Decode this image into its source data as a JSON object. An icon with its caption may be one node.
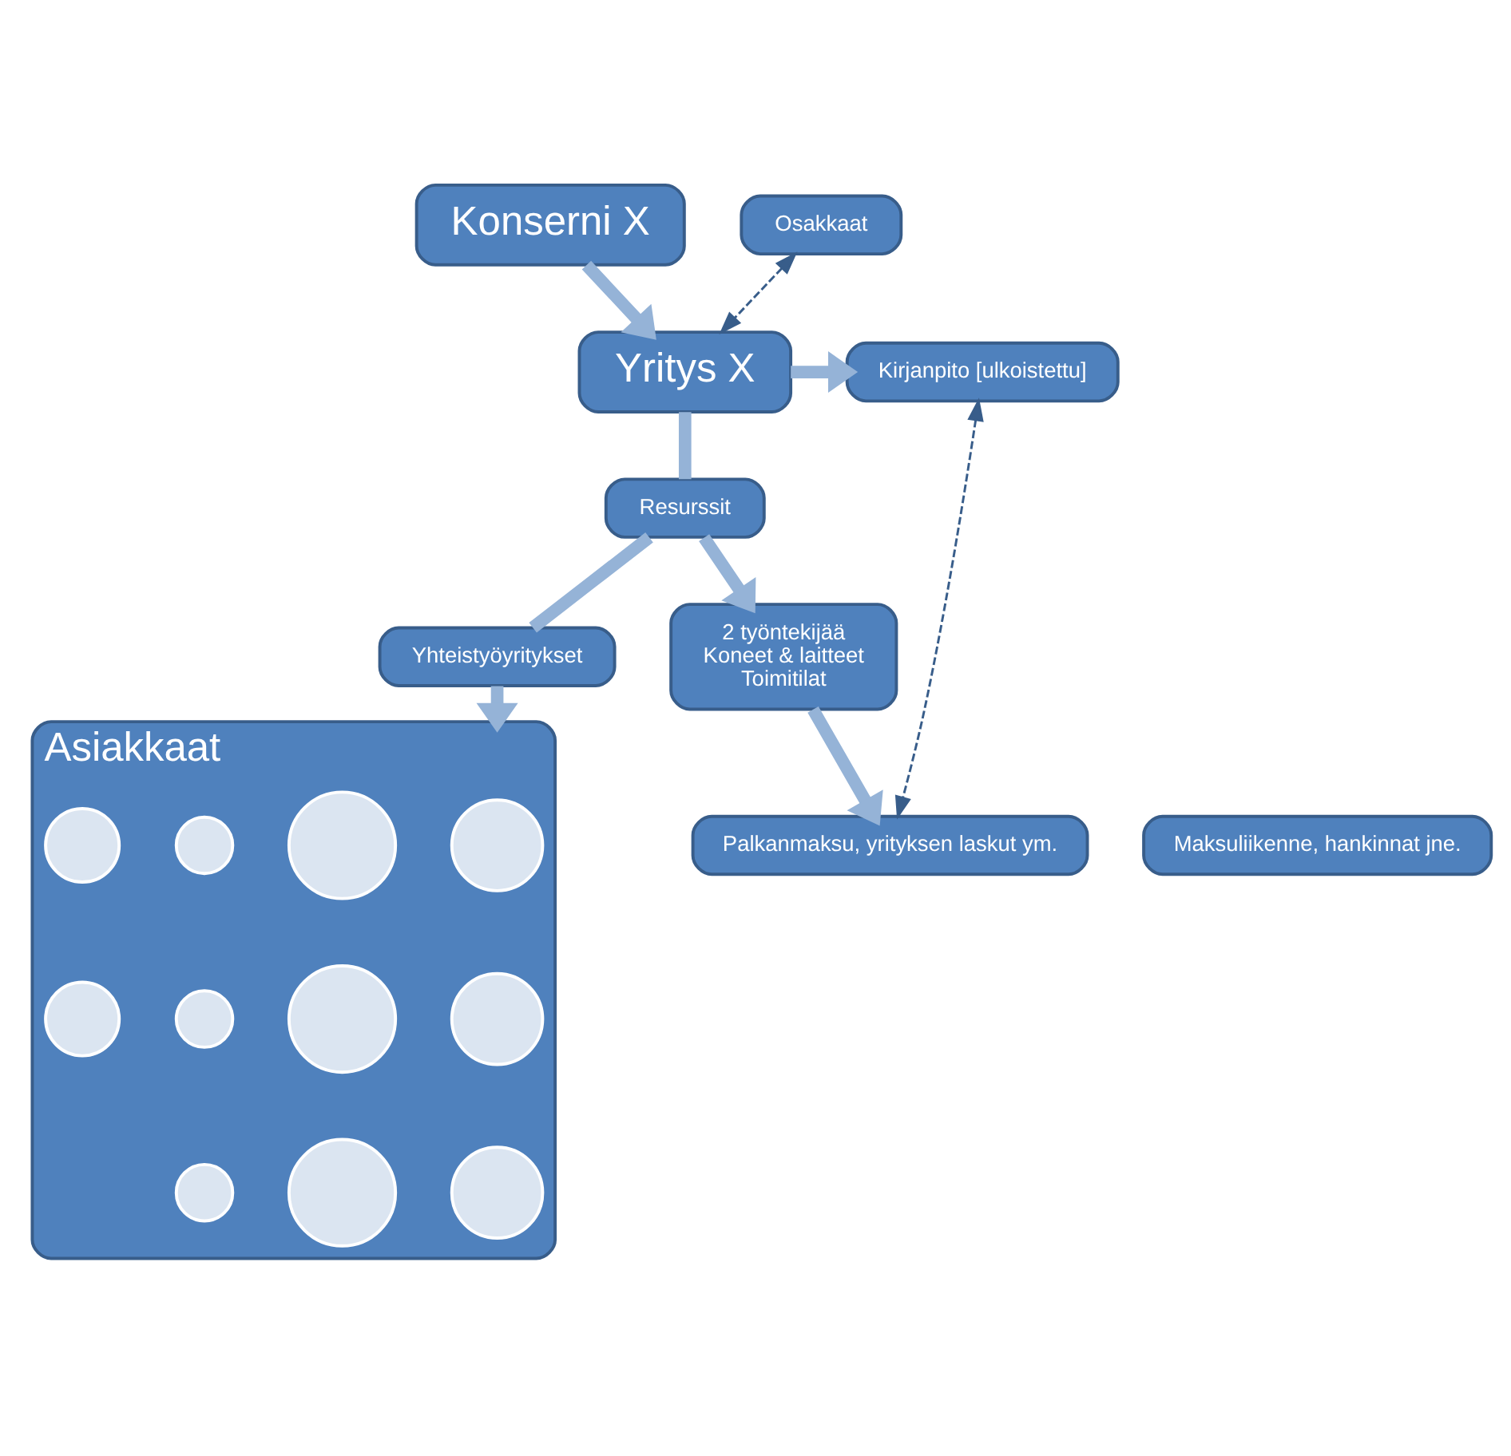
{
  "diagram": {
    "nodes": [
      {
        "text": [
          "Konserni X"
        ]
      },
      {
        "text": [
          "Osakkaat"
        ]
      },
      {
        "text": [
          "Yritys X"
        ]
      },
      {
        "text": [
          "Kirjanpito [ulkoistettu]"
        ]
      },
      {
        "text": [
          "Resurssit"
        ]
      },
      {
        "text": [
          "Maksuliikenne, hankinnat jne."
        ]
      },
      {
        "text": [
          "Palkanmaksu, yrityksen laskut ym."
        ]
      },
      {
        "text": [
          "Yhteistyöyritykset"
        ]
      },
      {
        "text": [
          "2 työntekijää",
          "Koneet & laitteet",
          "Toimitilat"
        ]
      },
      {
        "text": [
          "Asiakkaat"
        ]
      },
      {
        "text": [],
        "shape": "circle",
        "in": 9
      },
      {
        "text": [],
        "shape": "circle",
        "in": 9
      },
      {
        "text": [],
        "shape": "circle",
        "in": 9
      },
      {
        "text": [],
        "shape": "circle",
        "in": 9
      },
      {
        "text": [],
        "shape": "circle",
        "in": 9
      },
      {
        "text": [],
        "shape": "circle",
        "in": 9
      },
      {
        "text": [],
        "shape": "circle",
        "in": 9
      },
      {
        "text": [],
        "shape": "circle",
        "in": 9
      },
      {
        "text": [],
        "shape": "circle",
        "in": 9
      },
      {
        "text": [],
        "shape": "circle",
        "in": 9
      },
      {
        "text": [],
        "shape": "circle",
        "in": 9
      }
    ],
    "edges": [
      {
        "from": 0,
        "to": 2,
        "arrow": "to"
      },
      {
        "from": 1,
        "to": 2,
        "arrow": "both",
        "style": "dashed",
        "color": "#385d8a"
      },
      {
        "from": 2,
        "to": 3,
        "arrow": "to"
      },
      {
        "from": 3,
        "to": 6,
        "arrow": "both",
        "style": "dashed",
        "color": "#385d8a"
      },
      {
        "from": 2,
        "to": 4,
        "arrow": "none"
      },
      {
        "from": 4,
        "to": 7,
        "arrow": "none"
      },
      {
        "from": 7,
        "to": 9,
        "arrow": "to"
      },
      {
        "from": 4,
        "to": 8,
        "arrow": "to"
      },
      {
        "from": 8,
        "to": 6,
        "arrow": "to"
      }
    ]
  }
}
